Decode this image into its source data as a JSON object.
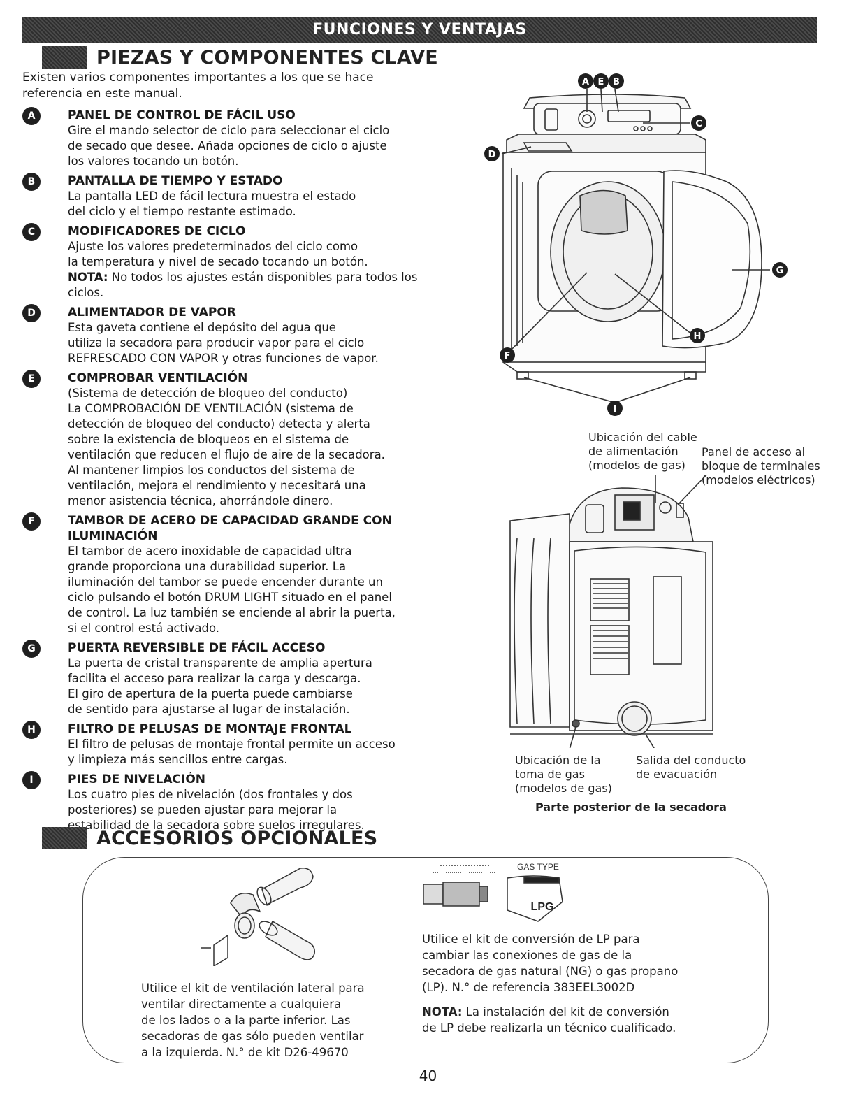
{
  "banner": "FUNCIONES Y VENTAJAS",
  "section1": {
    "heading": "PIEZAS Y COMPONENTES CLAVE",
    "intro": "Existen varios componentes importantes a los que se hace referencia en este manual."
  },
  "features": [
    {
      "letter": "A",
      "title": "PANEL DE CONTROL DE FÁCIL USO",
      "body": [
        "Gire el mando selector de ciclo para seleccionar el ciclo",
        "de secado que desee. Añada opciones de ciclo o ajuste",
        "los valores tocando un botón."
      ]
    },
    {
      "letter": "B",
      "title": "PANTALLA DE TIEMPO Y ESTADO",
      "body": [
        "La pantalla LED de fácil lectura muestra el estado",
        "del ciclo y el tiempo restante estimado."
      ]
    },
    {
      "letter": "C",
      "title": "MODIFICADORES DE CICLO",
      "body": [
        "Ajuste los valores predeterminados del ciclo como",
        "la temperatura y nivel de secado tocando un botón."
      ],
      "note_label": "NOTA:",
      "note_text": "No todos los ajustes están disponibles para todos los ciclos."
    },
    {
      "letter": "D",
      "title": "ALIMENTADOR DE VAPOR",
      "body": [
        "Esta gaveta contiene el depósito del agua que",
        "utiliza la secadora para producir vapor para el ciclo",
        "REFRESCADO CON VAPOR y otras funciones de vapor."
      ]
    },
    {
      "letter": "E",
      "title": "COMPROBAR VENTILACIÓN",
      "body": [
        "(Sistema de detección de bloqueo del conducto)",
        "La COMPROBACIÓN DE VENTILACIÓN (sistema de",
        "detección de bloqueo del conducto) detecta y alerta",
        "sobre la existencia de bloqueos en el sistema de",
        "ventilación que reducen el flujo de aire de la secadora.",
        "Al mantener limpios los conductos del sistema de",
        "ventilación, mejora el rendimiento y necesitará una",
        "menor asistencia técnica, ahorrándole dinero."
      ]
    },
    {
      "letter": "F",
      "title": "TAMBOR DE ACERO DE CAPACIDAD GRANDE CON ILUMINACIÓN",
      "body": [
        "El tambor de acero inoxidable de capacidad ultra",
        "grande proporciona una durabilidad superior. La",
        "iluminación del tambor se puede encender durante un",
        "ciclo pulsando el botón DRUM LIGHT situado en el panel",
        "de control. La luz también se enciende al abrir la puerta,",
        "si el control está activado."
      ]
    },
    {
      "letter": "G",
      "title": "PUERTA REVERSIBLE DE FÁCIL ACCESO",
      "body": [
        "La puerta de cristal transparente de amplia apertura",
        "facilita el acceso para realizar la carga y descarga.",
        "El giro de apertura de la puerta puede cambiarse",
        "de sentido para ajustarse al lugar de instalación."
      ]
    },
    {
      "letter": "H",
      "title": "FILTRO DE PELUSAS DE MONTAJE FRONTAL",
      "body": [
        "El filtro de pelusas de montaje frontal permite un acceso",
        "y limpieza más sencillos entre cargas."
      ]
    },
    {
      "letter": "I",
      "title": "PIES DE NIVELACIÓN",
      "body": [
        "Los cuatro pies de nivelación (dos frontales y dos",
        "posteriores) se pueden ajustar para mejorar la",
        "estabilidad de la secadora sobre suelos irregulares."
      ]
    }
  ],
  "front_diagram": {
    "callouts": [
      "A",
      "E",
      "B",
      "C",
      "D",
      "G",
      "H",
      "F",
      "I"
    ]
  },
  "rear_diagram": {
    "label_power_cable": [
      "Ubicación del cable",
      "de alimentación",
      "(modelos de gas)"
    ],
    "label_terminal_panel": [
      "Panel de acceso al",
      "bloque de terminales",
      "(modelos eléctricos)"
    ],
    "label_gas_inlet": [
      "Ubicación de la",
      "toma de gas",
      "(modelos de gas)"
    ],
    "label_exhaust": [
      "Salida del conducto",
      "de evacuación"
    ],
    "caption": "Parte posterior de la secadora"
  },
  "section2": {
    "heading": "ACCESORIOS OPCIONALES",
    "vent_kit_text": [
      "Utilice el kit de ventilación lateral para",
      "ventilar directamente a cualquiera",
      "de los lados o a la parte inferior. Las",
      "secadoras de gas sólo pueden ventilar",
      "a la izquierda. N.° de kit D26-49670"
    ],
    "lp_kit_text": [
      "Utilice el kit de conversión de LP para",
      "cambiar las conexiones de gas de la",
      "secadora de gas natural (NG) o gas propano",
      "(LP). N.° de referencia 383EEL3002D"
    ],
    "lp_note_label": "NOTA:",
    "lp_note_text": [
      "La instalación del kit de conversión",
      "de LP debe realizarla un técnico cualificado."
    ],
    "tag_header": "GAS TYPE",
    "tag_value": "LPG"
  },
  "page_number": "40"
}
